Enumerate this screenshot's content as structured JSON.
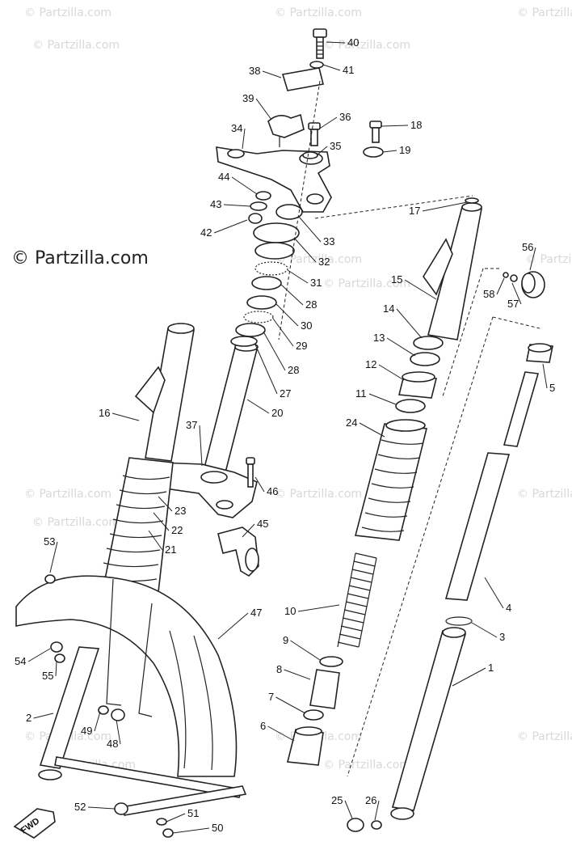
{
  "watermark": {
    "main_text": "© Partzilla.com",
    "tile_text": "© Partzilla.com"
  },
  "callouts": [
    {
      "id": "40",
      "label": "40"
    },
    {
      "id": "41",
      "label": "41"
    },
    {
      "id": "38",
      "label": "38"
    },
    {
      "id": "39",
      "label": "39"
    },
    {
      "id": "36",
      "label": "36"
    },
    {
      "id": "18",
      "label": "18"
    },
    {
      "id": "34",
      "label": "34"
    },
    {
      "id": "35",
      "label": "35"
    },
    {
      "id": "19",
      "label": "19"
    },
    {
      "id": "44",
      "label": "44"
    },
    {
      "id": "43",
      "label": "43"
    },
    {
      "id": "17",
      "label": "17"
    },
    {
      "id": "42",
      "label": "42"
    },
    {
      "id": "33",
      "label": "33"
    },
    {
      "id": "56",
      "label": "56"
    },
    {
      "id": "32",
      "label": "32"
    },
    {
      "id": "58",
      "label": "58"
    },
    {
      "id": "57",
      "label": "57"
    },
    {
      "id": "15",
      "label": "15"
    },
    {
      "id": "31",
      "label": "31"
    },
    {
      "id": "28a",
      "label": "28"
    },
    {
      "id": "14",
      "label": "14"
    },
    {
      "id": "30",
      "label": "30"
    },
    {
      "id": "13",
      "label": "13"
    },
    {
      "id": "29",
      "label": "29"
    },
    {
      "id": "12",
      "label": "12"
    },
    {
      "id": "28b",
      "label": "28"
    },
    {
      "id": "5",
      "label": "5"
    },
    {
      "id": "27",
      "label": "27"
    },
    {
      "id": "11",
      "label": "11"
    },
    {
      "id": "16",
      "label": "16"
    },
    {
      "id": "20",
      "label": "20"
    },
    {
      "id": "24",
      "label": "24"
    },
    {
      "id": "37",
      "label": "37"
    },
    {
      "id": "46",
      "label": "46"
    },
    {
      "id": "23",
      "label": "23"
    },
    {
      "id": "22",
      "label": "22"
    },
    {
      "id": "45",
      "label": "45"
    },
    {
      "id": "21",
      "label": "21"
    },
    {
      "id": "53",
      "label": "53"
    },
    {
      "id": "10",
      "label": "10"
    },
    {
      "id": "4",
      "label": "4"
    },
    {
      "id": "47",
      "label": "47"
    },
    {
      "id": "3",
      "label": "3"
    },
    {
      "id": "9",
      "label": "9"
    },
    {
      "id": "54",
      "label": "54"
    },
    {
      "id": "8",
      "label": "8"
    },
    {
      "id": "1",
      "label": "1"
    },
    {
      "id": "55",
      "label": "55"
    },
    {
      "id": "7",
      "label": "7"
    },
    {
      "id": "2",
      "label": "2"
    },
    {
      "id": "6",
      "label": "6"
    },
    {
      "id": "49",
      "label": "49"
    },
    {
      "id": "48",
      "label": "48"
    },
    {
      "id": "52",
      "label": "52"
    },
    {
      "id": "51",
      "label": "51"
    },
    {
      "id": "25",
      "label": "25"
    },
    {
      "id": "26",
      "label": "26"
    },
    {
      "id": "50",
      "label": "50"
    }
  ],
  "direction_stamp": "FWD"
}
